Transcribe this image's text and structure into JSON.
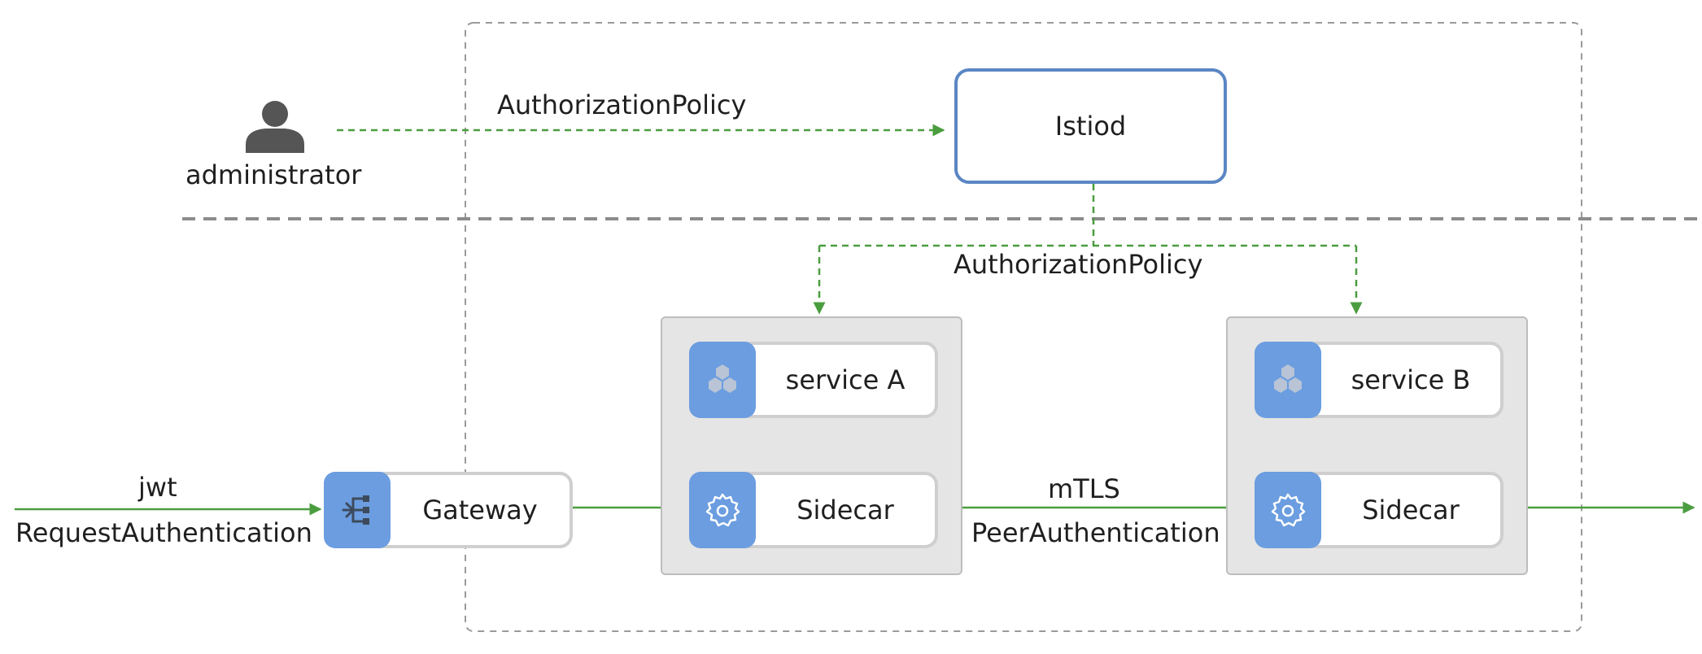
{
  "nodes": {
    "istiod": "Istiod",
    "gateway": "Gateway",
    "service_a": "service A",
    "service_b": "service B",
    "sidecar_a": "Sidecar",
    "sidecar_b": "Sidecar"
  },
  "actor": {
    "label": "administrator",
    "icon": "person-icon"
  },
  "edge_labels": {
    "admin_policy": "AuthorizationPolicy",
    "istiod_policy": "AuthorizationPolicy",
    "ingress_jwt": "jwt",
    "ingress_auth": "RequestAuthentication",
    "mesh_mtls": "mTLS",
    "mesh_auth": "PeerAuthentication"
  },
  "icons": {
    "gateway": "network-topology-icon",
    "service": "hexagon-cluster-icon",
    "sidecar": "gear-icon"
  },
  "colors": {
    "arrow_green": "#4a9d3f",
    "tile_blue": "#6b9de0",
    "istiod_border": "#5b86c4",
    "pod_fill": "#e5e5e5",
    "divider_gray": "#8c8c8c"
  }
}
